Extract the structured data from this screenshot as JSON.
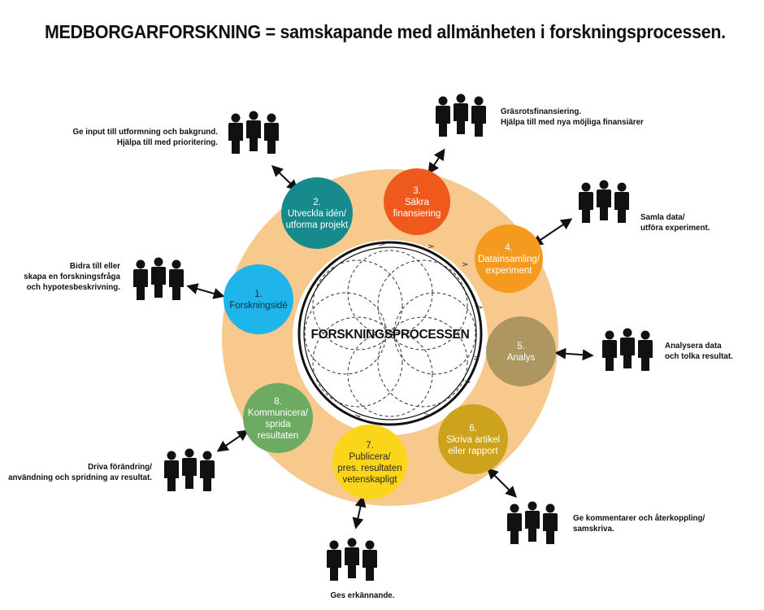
{
  "title": {
    "bold": "MEDBORGARFORSKNING",
    "equals": "=",
    "rest": "samskapande med allmänheten i forskningsprocessen."
  },
  "center_label": "FORSKNINGSPROCESSEN",
  "colors": {
    "ring": "#f8c98c",
    "arrow": "#111111"
  },
  "stages": [
    {
      "id": 1,
      "lines": [
        "1.",
        "Forskningsidé"
      ],
      "color": "#1fb4ea",
      "text_color": "#1a2b4a",
      "note": [
        "Bidra till eller",
        "skapa en forskningsfråga",
        "och hypotesbeskrivning."
      ]
    },
    {
      "id": 2,
      "lines": [
        "2.",
        "Utveckla idén/",
        "utforma projekt"
      ],
      "color": "#168a8c",
      "text_color": "#ffffff",
      "note": [
        "Ge input till utformning och bakgrund.",
        "Hjälpa till med prioritering."
      ]
    },
    {
      "id": 3,
      "lines": [
        "3.",
        "Säkra",
        "finansiering"
      ],
      "color": "#ef5a1c",
      "text_color": "#ffffff",
      "note": [
        "Gräsrotsfinansiering.",
        "Hjälpa till med nya möjliga finansiärer"
      ]
    },
    {
      "id": 4,
      "lines": [
        "4.",
        "Datainsamling/",
        "experiment"
      ],
      "color": "#f6991f",
      "text_color": "#ffffff",
      "note": [
        "Samla data/",
        "utföra experiment."
      ]
    },
    {
      "id": 5,
      "lines": [
        "5.",
        "Analys"
      ],
      "color": "#ad9660",
      "text_color": "#ffffff",
      "note": [
        "Analysera data",
        "och tolka resultat."
      ]
    },
    {
      "id": 6,
      "lines": [
        "6.",
        "Skriva artikel",
        "eller rapport"
      ],
      "color": "#cda21c",
      "text_color": "#ffffff",
      "note": [
        "Ge kommentarer och återkoppling/",
        "samskriva."
      ]
    },
    {
      "id": 7,
      "lines": [
        "7.",
        "Publicera/",
        "pres. resultaten",
        "vetenskapligt"
      ],
      "color": "#fbd51a",
      "text_color": "#2a2a2a",
      "note": [
        "Ges erkännande."
      ]
    },
    {
      "id": 8,
      "lines": [
        "8.",
        "Kommunicera/",
        "sprida",
        "resultaten"
      ],
      "color": "#6dab62",
      "text_color": "#ffffff",
      "note": [
        "Driva förändring/",
        "användning och spridning av resultat."
      ]
    }
  ]
}
